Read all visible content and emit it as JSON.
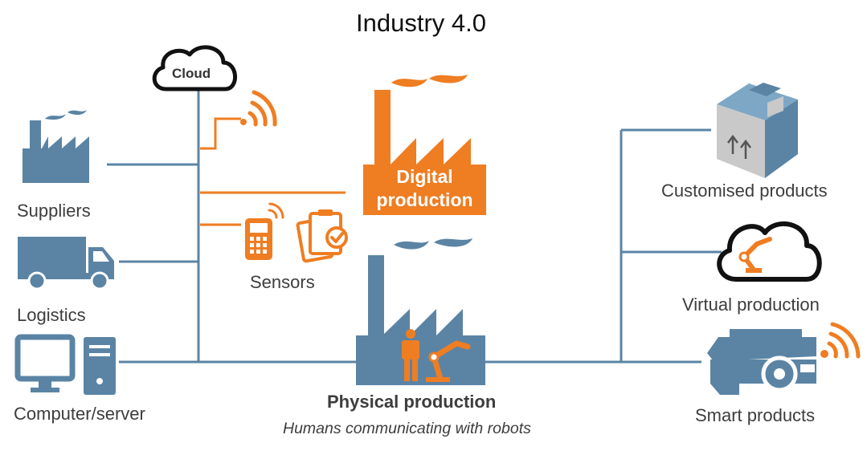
{
  "title": "Industry 4.0",
  "cloud_label": "Cloud",
  "left": {
    "suppliers": "Suppliers",
    "logistics": "Logistics",
    "computer": "Computer/server"
  },
  "center": {
    "sensors": "Sensors",
    "digital_line1": "Digital",
    "digital_line2": "production",
    "physical": "Physical production",
    "physical_sub": "Humans communicating with robots"
  },
  "right": {
    "customised": "Customised products",
    "virtual": "Virtual production",
    "smart": "Smart products"
  },
  "colors": {
    "steel_blue": "#5b84a4",
    "orange": "#ef7d22",
    "line": "#5b84a4",
    "black": "#111111"
  }
}
